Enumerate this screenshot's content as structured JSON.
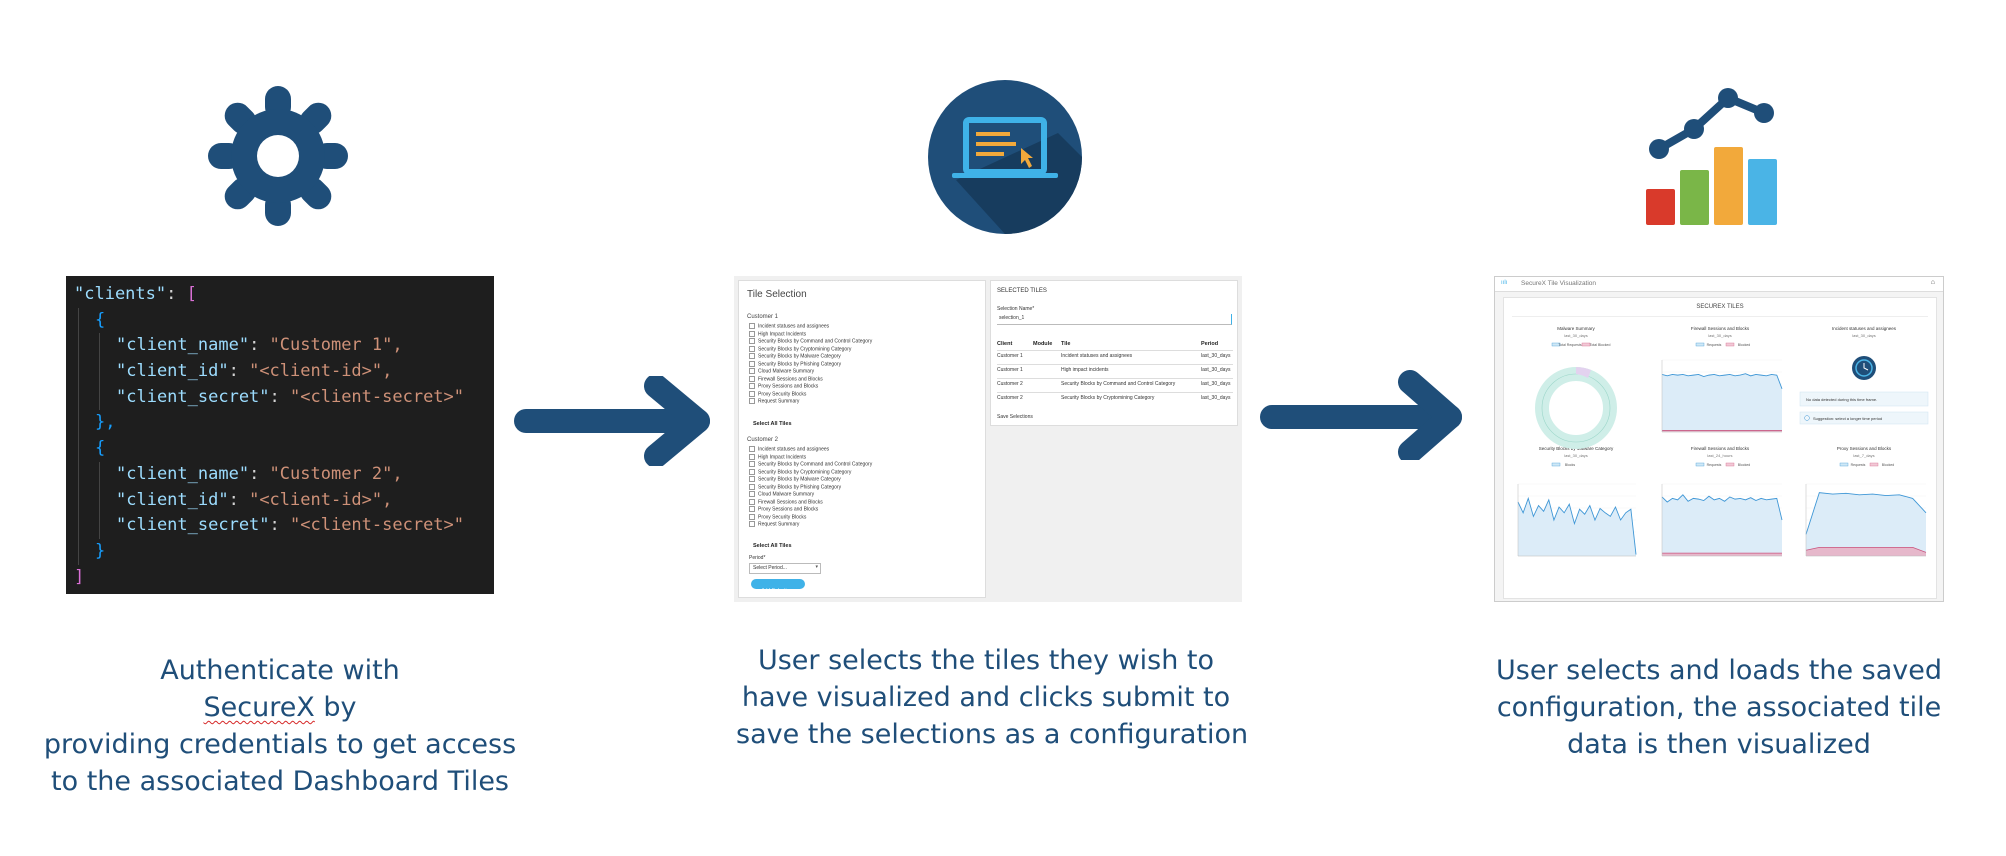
{
  "code": {
    "lines": [
      {
        "key": "\"clients\"",
        "sep": ": ",
        "val": "[",
        "valtype": "bracket",
        "indent": 0
      },
      {
        "key": "",
        "sep": "",
        "val": "{",
        "valtype": "brace",
        "indent": 1
      },
      {
        "key": "\"client_name\"",
        "sep": ": ",
        "val": "\"Customer 1\",",
        "valtype": "string",
        "indent": 2
      },
      {
        "key": "\"client_id\"",
        "sep": ": ",
        "val": "\"<client-id>\",",
        "valtype": "string",
        "indent": 2
      },
      {
        "key": "\"client_secret\"",
        "sep": ": ",
        "val": "\"<client-secret>\"",
        "valtype": "string",
        "indent": 2
      },
      {
        "key": "",
        "sep": "",
        "val": "},",
        "valtype": "brace",
        "indent": 1
      },
      {
        "key": "",
        "sep": "",
        "val": "{",
        "valtype": "brace",
        "indent": 1
      },
      {
        "key": "\"client_name\"",
        "sep": ": ",
        "val": "\"Customer 2\",",
        "valtype": "string",
        "indent": 2
      },
      {
        "key": "\"client_id\"",
        "sep": ": ",
        "val": "\"<client-id>\",",
        "valtype": "string",
        "indent": 2
      },
      {
        "key": "\"client_secret\"",
        "sep": ": ",
        "val": "\"<client-secret>\"",
        "valtype": "string",
        "indent": 2
      },
      {
        "key": "",
        "sep": "",
        "val": "}",
        "valtype": "brace",
        "indent": 1
      },
      {
        "key": "",
        "sep": "",
        "val": "]",
        "valtype": "bracket",
        "indent": 0
      }
    ]
  },
  "captions": {
    "step1": {
      "line1_pre": "Authenticate with ",
      "line1_brand": "SecureX",
      "line1_post": " by",
      "line2": "providing credentials to get access",
      "line3": "to the associated Dashboard Tiles"
    },
    "step2": {
      "line1": "User selects the tiles they wish to",
      "line2": "have visualized and clicks submit to",
      "line3": "save the selections as a configuration"
    },
    "step3": {
      "line1": "User selects and loads the saved",
      "line2": "configuration, the associated tile",
      "line3": "data is then visualized"
    }
  },
  "icons": {
    "step1": "gear-icon",
    "step2": "laptop-icon",
    "step3": "bar-chart-trend-icon",
    "arrow": "arrow-right-icon"
  },
  "colors": {
    "navy": "#1f4e79",
    "icon_blue": "#1f4e79",
    "bar_red": "#d93a2b",
    "bar_green": "#7ab648",
    "bar_orange": "#f2a93b",
    "bar_blue": "#4ab4e6"
  },
  "tile_selection": {
    "title": "Tile Selection",
    "customer1": "Customer 1",
    "customer2": "Customer 2",
    "tiles": [
      "Incident statuses and assignees",
      "High Impact Incidents",
      "Security Blocks by Command and Control Category",
      "Security Blocks by Cryptomining Category",
      "Security Blocks by Malware Category",
      "Security Blocks by Phishing Category",
      "Cloud Malware Summary",
      "Firewall Sessions and Blocks",
      "Proxy Sessions and Blocks",
      "Proxy Security Blocks",
      "Request Summary"
    ],
    "select_all": "Select All Tiles",
    "period_label": "Period*",
    "period_placeholder": "Select Period...",
    "add_button": "Add Selections",
    "selected_title": "SELECTED TILES",
    "selection_name_label": "Selection  Name*",
    "selection_name_value": "selection_1",
    "table_headers": [
      "Client",
      "Module",
      "Tile",
      "Period"
    ],
    "table_rows": [
      [
        "Customer 1",
        "",
        "Incident statuses and assignees",
        "last_30_days"
      ],
      [
        "Customer 1",
        "",
        "High impact incidents",
        "last_30_days"
      ],
      [
        "Customer 2",
        "",
        "Security Blocks by Command and Control Category",
        "last_30_days"
      ],
      [
        "Customer 2",
        "",
        "Security Blocks by Cryptomining Category",
        "last_30_days"
      ]
    ],
    "save_link": "Save Selections"
  },
  "visualization": {
    "app_title": "SecureX Tile Visualization",
    "header": "SECUREX TILES",
    "charts": [
      {
        "title": "Malware Summary",
        "sub": "last_30_days",
        "legend": [
          "Total Requests",
          "Total Blocked"
        ]
      },
      {
        "title": "Firewall Sessions and Blocks",
        "sub": "last_30_days",
        "legend": [
          "Requests",
          "Blocked"
        ]
      },
      {
        "title": "Incident statuses and assignees",
        "sub": "last_30_days",
        "legend": []
      },
      {
        "title": "Security Blocks by Malware Category",
        "sub": "last_30_days",
        "legend": [
          "Blocks"
        ]
      },
      {
        "title": "Firewall Sessions and Blocks",
        "sub": "last_24_hours",
        "legend": [
          "Requests",
          "Blocked"
        ]
      },
      {
        "title": "Proxy Sessions and Blocks",
        "sub": "last_7_days",
        "legend": [
          "Requests",
          "Blocked"
        ]
      }
    ],
    "no_data_msg": "No data detected during this time frame.",
    "suggestion_msg": "Suggestion: select a longer time period"
  }
}
